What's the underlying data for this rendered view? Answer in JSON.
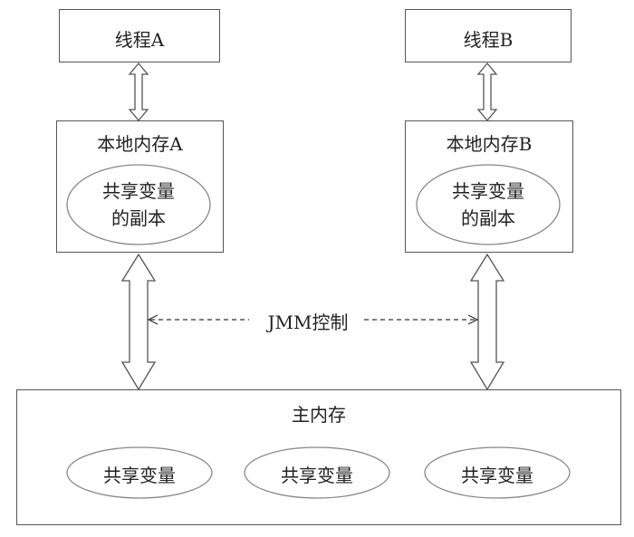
{
  "thread_a": {
    "title": "线程A"
  },
  "thread_b": {
    "title": "线程B"
  },
  "local_a": {
    "title": "本地内存A",
    "copy_line1": "共享变量",
    "copy_line2": "的副本"
  },
  "local_b": {
    "title": "本地内存B",
    "copy_line1": "共享变量",
    "copy_line2": "的副本"
  },
  "jmm": {
    "label": "JMM控制"
  },
  "main_memory": {
    "title": "主内存",
    "variables": [
      "共享变量",
      "共享变量",
      "共享变量"
    ]
  }
}
